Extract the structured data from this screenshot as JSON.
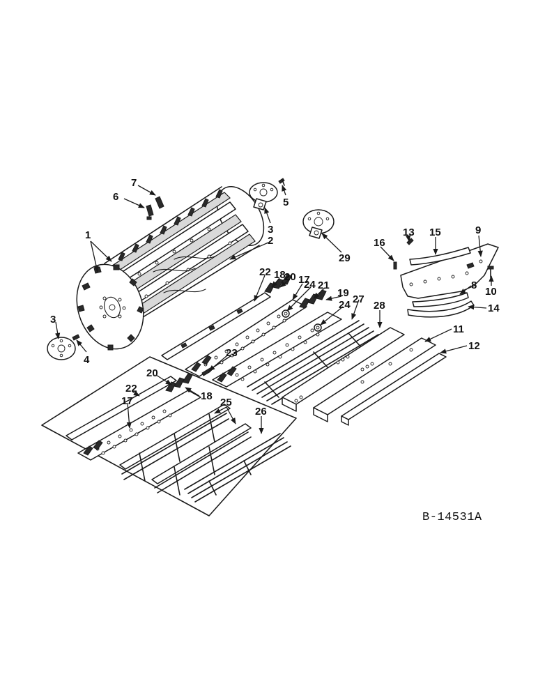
{
  "drawing": {
    "number": "B-14531A",
    "callouts": [
      "1",
      "2",
      "3",
      "3",
      "4",
      "5",
      "6",
      "7",
      "8",
      "9",
      "10",
      "11",
      "12",
      "13",
      "14",
      "15",
      "16",
      "17",
      "17",
      "18",
      "18",
      "19",
      "20",
      "20",
      "21",
      "22",
      "22",
      "23",
      "24",
      "24",
      "25",
      "26",
      "27",
      "28",
      "29"
    ]
  }
}
